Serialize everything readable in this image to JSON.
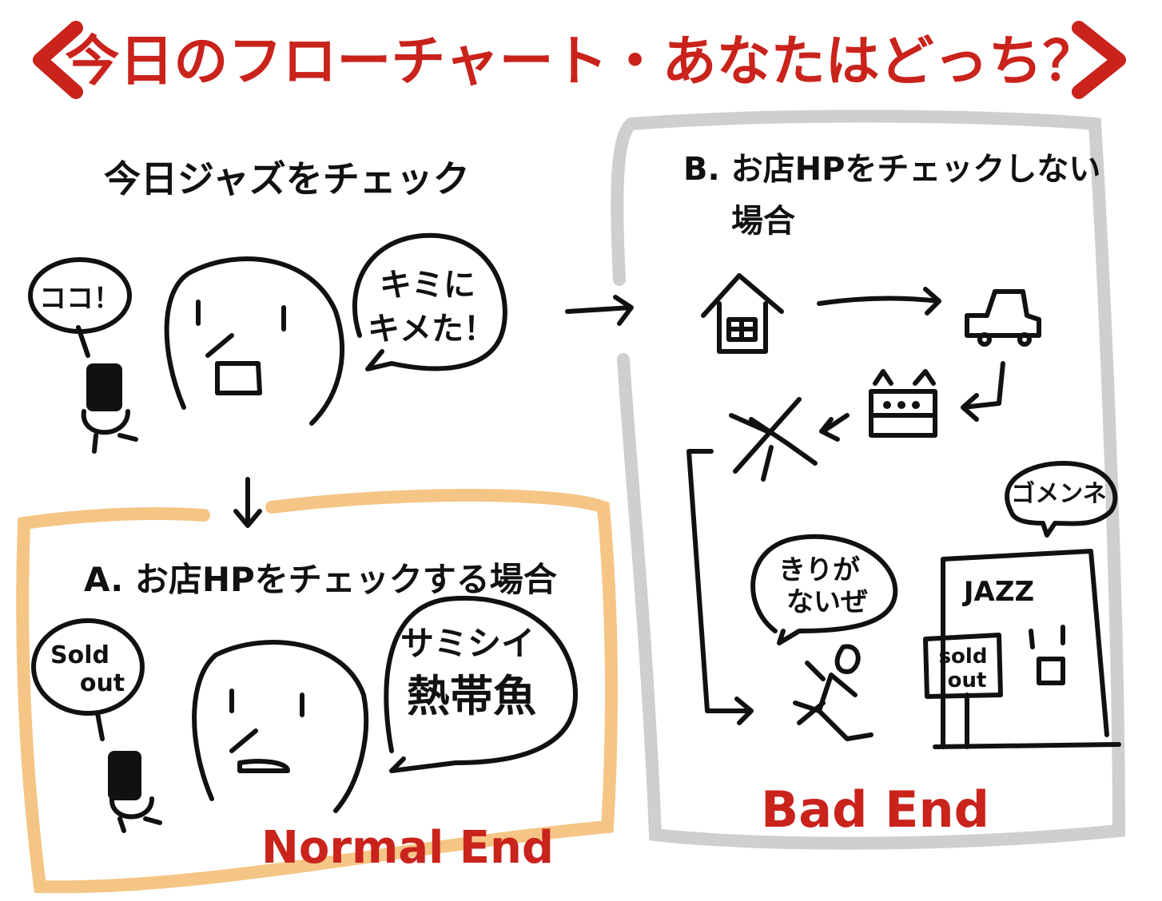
{
  "title": "今日のフローチャート・あなたはどっち？",
  "title_brackets": {
    "left": "<",
    "right": ">"
  },
  "start": {
    "heading": "今日ジャズをチェック",
    "sign": "ココ！",
    "bubble_line1": "キミに",
    "bubble_line2": "キメた！"
  },
  "branch_a": {
    "heading": "A. お店HPをチェックする場合",
    "sign_line1": "Sold",
    "sign_line2": "out",
    "bubble_line1": "サミシイ",
    "bubble_line2": "熱帯魚",
    "ending": "Normal End"
  },
  "branch_b": {
    "heading_line1": "B. お店HPをチェックしない",
    "heading_line2": "場合",
    "runner_bubble_line1": "きりが",
    "runner_bubble_line2": "ないぜ",
    "club_bubble": "ゴメンネ",
    "club_sign": "JAZZ",
    "sign_line1": "sold",
    "sign_line2": "out",
    "ending": "Bad End"
  },
  "colors": {
    "title": "#c9231c",
    "branch_a_frame": "#f5c585",
    "branch_b_frame": "#cfcfcf",
    "ink": "#111111"
  }
}
